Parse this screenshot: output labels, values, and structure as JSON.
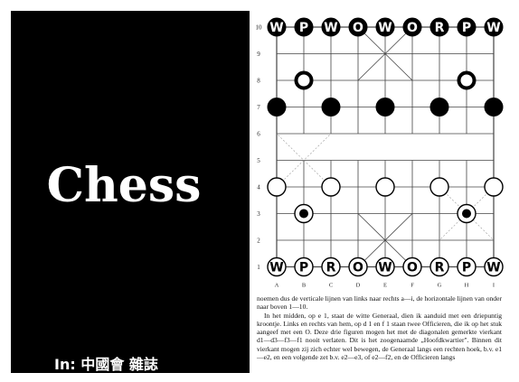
{
  "slide": {
    "title": "Chess",
    "source": "In: 中國會 雜誌"
  },
  "board": {
    "rank_labels": [
      "1",
      "2",
      "3",
      "4",
      "5",
      "6",
      "7",
      "8",
      "9",
      "10"
    ],
    "file_labels": [
      "A",
      "B",
      "C",
      "D",
      "E",
      "F",
      "G",
      "H",
      "I"
    ],
    "top_pieces": [
      "W",
      "P",
      "W",
      "O",
      "W",
      "O",
      "R",
      "P",
      "W"
    ],
    "bottom_pieces": [
      "W",
      "P",
      "R",
      "O",
      "W",
      "O",
      "R",
      "P",
      "W"
    ],
    "colors": {
      "line": "#444444",
      "black_piece": "#000000",
      "white_piece": "#ffffff"
    }
  },
  "caption": [
    "noemen dus de verticale lijnen van links naar rechts a—i, de horizontale lijnen van onder naar boven 1—10.",
    "In het midden, op e 1, staat de witte Generaal, dien ik aanduid met een driepuntig kroontje. Links en rechts van hem, op d 1 en f 1 staan twee Officieren, die ik op het stuk aangeef met een O. Deze drie figuren mogen het met de diagonalen gemerkte vierkant d1—d3—f3—f1 nooit verlaten. Dit is het zoogenaamde „Hoofdkwartier\". Binnen dit vierkant mogen zij zich echter wel bewegen, de Generaal langs een rechten hoek, b.v. e1—e2, en een volgende zet b.v. e2—e3, of e2—f2, en de Officieren langs"
  ]
}
